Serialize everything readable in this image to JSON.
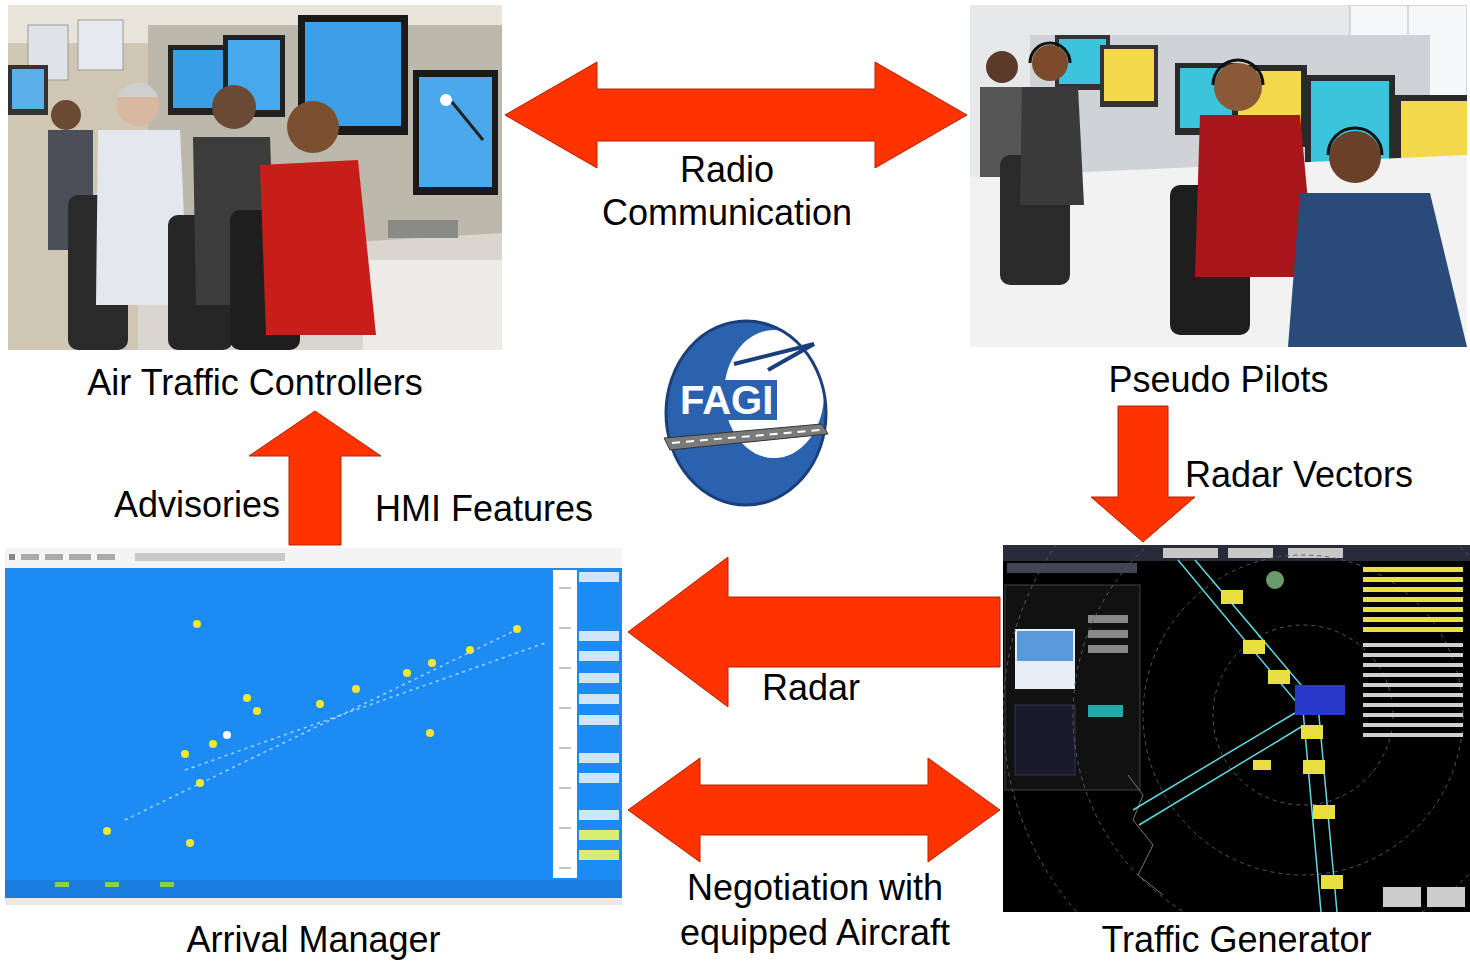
{
  "diagram": {
    "nodes": [
      {
        "text": [
          "Air Traffic Controllers"
        ]
      },
      {
        "text": [
          "Pseudo Pilots"
        ]
      },
      {
        "text": [
          "FAGI"
        ]
      },
      {
        "text": [
          "Arrival Manager"
        ]
      },
      {
        "text": [
          "Traffic Generator"
        ]
      }
    ],
    "edges": [
      {
        "from": 0,
        "to": 1,
        "label": "Radio Communication",
        "arrow": "both"
      },
      {
        "from": 1,
        "to": 4,
        "label": "Radar Vectors",
        "arrow": "to"
      },
      {
        "from": 4,
        "to": 3,
        "label": "Radar",
        "arrow": "to"
      },
      {
        "from": 3,
        "to": 4,
        "label": "Negotiation with equipped Aircraft",
        "arrow": "both"
      },
      {
        "from": 3,
        "to": 0,
        "label": "Advisories",
        "arrow": "to"
      }
    ],
    "labels": [
      "HMI Features"
    ]
  }
}
